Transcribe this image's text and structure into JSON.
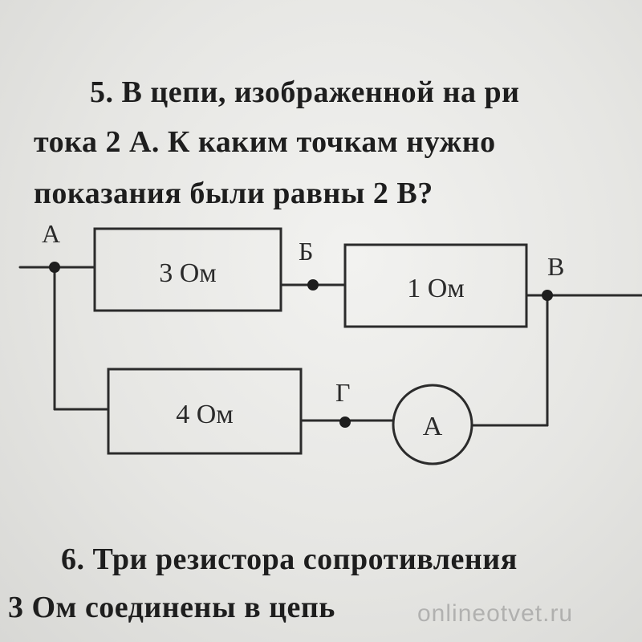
{
  "problem5": {
    "line1": "5. В цепи, изображенной на ри",
    "line2": "тока 2 А. К каким точкам нужно",
    "line3": "показания были равны 2 В?"
  },
  "circuit": {
    "resistors": {
      "r1": "3 Ом",
      "r2": "1 Ом",
      "r3": "4 Ом"
    },
    "nodes": {
      "a": "А",
      "b": "Б",
      "v": "В",
      "g": "Г"
    },
    "ammeter": "А"
  },
  "problem6": {
    "line1": "6. Три резистора сопротивления",
    "line2": "3 Ом соединены в цепь"
  },
  "watermark": "onlineotvet.ru"
}
